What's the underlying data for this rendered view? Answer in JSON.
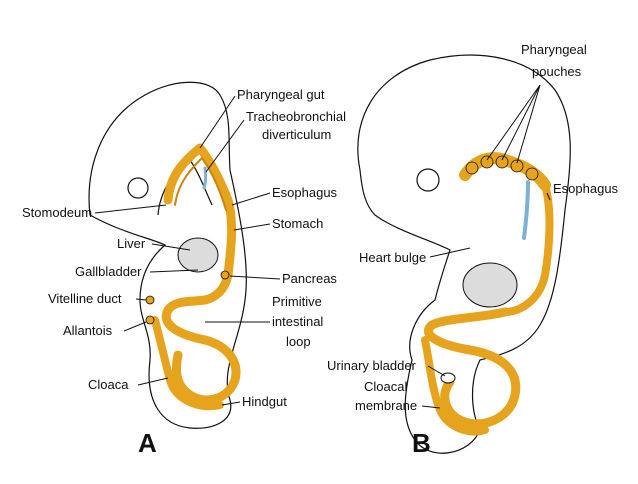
{
  "panels": [
    {
      "letter": "A",
      "labels": {
        "pharyngeal_gut": "Pharyngeal gut",
        "tracheobronchial_1": "Tracheobronchial",
        "tracheobronchial_2": "diverticulum",
        "esophagus": "Esophagus",
        "stomodeum": "Stomodeum",
        "stomach": "Stomach",
        "liver": "Liver",
        "gallbladder": "Gallbladder",
        "pancreas": "Pancreas",
        "vitelline_duct": "Vitelline duct",
        "primitive_1": "Primitive",
        "primitive_2": "intestinal",
        "primitive_3": "loop",
        "allantois": "Allantois",
        "cloaca": "Cloaca",
        "hindgut": "Hindgut"
      }
    },
    {
      "letter": "B",
      "labels": {
        "pharyngeal_1": "Pharyngeal",
        "pharyngeal_2": "pouches",
        "esophagus": "Esophagus",
        "heart_bulge": "Heart bulge",
        "urinary_bladder": "Urinary bladder",
        "cloacal_1": "Cloacal",
        "cloacal_2": "membrane"
      }
    }
  ],
  "colors": {
    "gut": "#e6a31e",
    "gut_dark": "#c98510",
    "outline": "#111111",
    "trachea": "#7fb0d6"
  }
}
